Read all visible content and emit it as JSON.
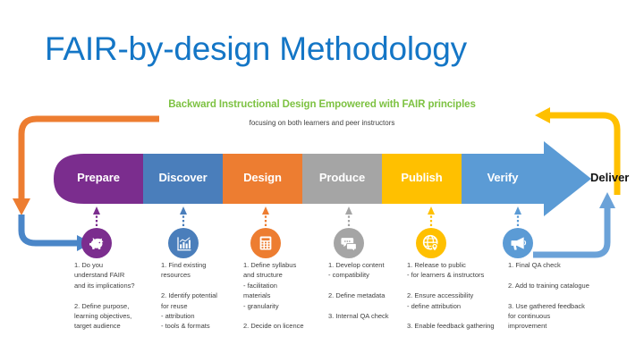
{
  "slide": {
    "title": "FAIR-by-design Methodology",
    "subtitle_main": "Backward Instructional Design Empowered with FAIR principles",
    "subtitle_sub": "focusing on both learners and peer instructors",
    "title_color": "#1476C6",
    "subtitle_main_color": "#7DC242",
    "subtitle_sub_color": "#3F3F3F",
    "background": "#FFFFFF"
  },
  "process_bar": {
    "end_label": "Deliver",
    "arrowhead_color": "#5B9BD5",
    "stages": [
      {
        "name": "Prepare",
        "color": "#7B2D8E",
        "icon": "piggy-bank-icon",
        "steps": "1. Do you\nunderstand FAIR\nand its implications?\n\n2. Define purpose,\nlearning objectives,\ntarget audience"
      },
      {
        "name": "Discover",
        "color": "#4A7EBB",
        "icon": "bar-chart-icon",
        "steps": "1. Find existing\nresources\n\n2. Identify potential\nfor reuse\n -   attribution\n -   tools & formats"
      },
      {
        "name": "Design",
        "color": "#ED7D31",
        "icon": "calculator-icon",
        "steps": "1. Define syllabus\nand structure\n- facilitation\nmaterials\n- granularity\n\n2. Decide on licence"
      },
      {
        "name": "Produce",
        "color": "#A5A5A5",
        "icon": "chat-bubbles-icon",
        "steps": "1. Develop content\n- compatibility\n\n2. Define metadata\n\n3. Internal QA check"
      },
      {
        "name": "Publish",
        "color": "#FFC000",
        "icon": "globe-pin-icon",
        "steps": "1. Release to public\n- for learners & instructors\n\n2. Ensure accessibility\n- define attribution\n\n3. Enable feedback gathering"
      },
      {
        "name": "Verify",
        "color": "#5B9BD5",
        "icon": "megaphone-icon",
        "steps": "1. Final QA check\n\n2. Add to training catalogue\n\n3. Use gathered feedback\nfor continuous\nimprovement"
      }
    ]
  },
  "loops": {
    "outer_feedback_color": "#FFC000",
    "restart_color": "#ED7D31",
    "inner_loop_color": "#5B9BD5"
  }
}
